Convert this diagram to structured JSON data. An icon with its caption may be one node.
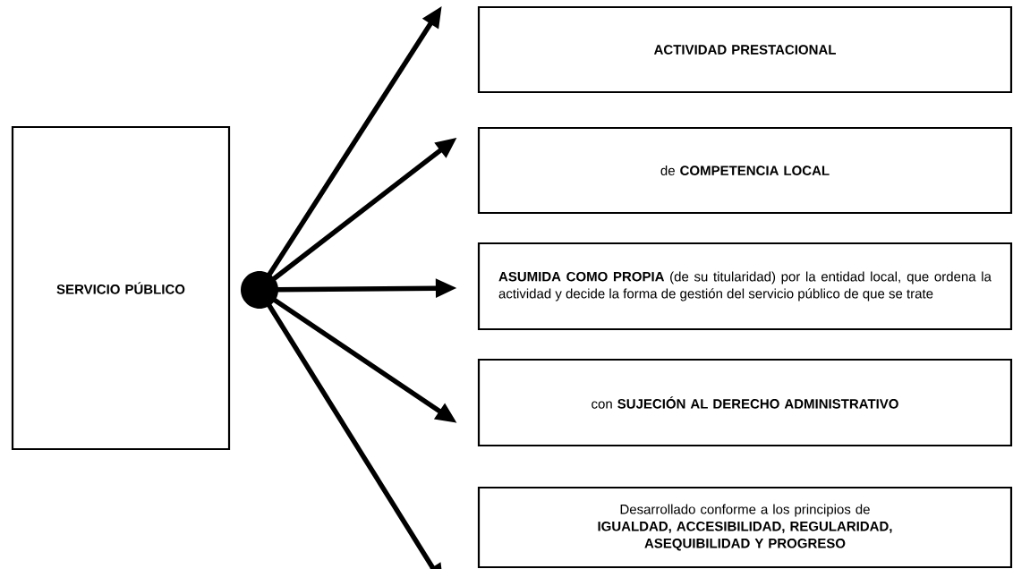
{
  "diagram": {
    "nodes": [
      {
        "text": [
          "SERVICIO PÚBLICO"
        ]
      },
      {
        "text": [],
        "shape": "circle"
      },
      {
        "text": [
          "ACTIVIDAD PRESTACIONAL"
        ]
      },
      {
        "text": [
          "de **COMPETENCIA LOCAL**"
        ]
      },
      {
        "text": [
          "**ASUMIDA COMO PROPIA** (de su titularidad) por la entidad local, que ordena la actividad y decide la forma de gestión del servicio público de que se trate"
        ]
      },
      {
        "text": [
          "con **SUJECIÓN AL DERECHO ADMINISTRATIVO**"
        ]
      },
      {
        "text": [
          "Desarrollado conforme a los principios de",
          "IGUALDAD, ACCESIBILIDAD, REGULARIDAD, ASEQUIBILIDAD Y PROGRESO"
        ]
      }
    ],
    "edges": [
      {
        "from": 1,
        "to": 2,
        "arrow": "to"
      },
      {
        "from": 1,
        "to": 3,
        "arrow": "to"
      },
      {
        "from": 1,
        "to": 4,
        "arrow": "to"
      },
      {
        "from": 1,
        "to": 5,
        "arrow": "to"
      },
      {
        "from": 1,
        "to": 6,
        "arrow": "to"
      }
    ]
  }
}
